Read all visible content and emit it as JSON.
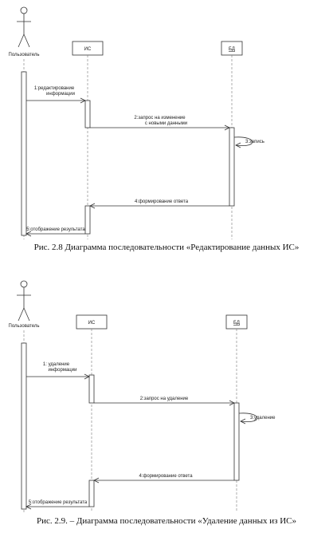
{
  "diagrams": [
    {
      "actor_label": "Пользователь",
      "system_label": "ИС",
      "db_label": "БД",
      "messages": {
        "m1": [
          "1:редактирование",
          "информации"
        ],
        "m2": [
          "2:запрос на изменение",
          "с новыми данными"
        ],
        "m3": [
          "3:запись"
        ],
        "m4": [
          "4:формирование ответа"
        ],
        "m5": [
          "5:отображение результата"
        ]
      },
      "caption": "Рис. 2.8 Диаграмма последовательности «Редактирование данных ИС»"
    },
    {
      "actor_label": "Пользователь",
      "system_label": "ИС",
      "db_label": "БД",
      "messages": {
        "m1": [
          "1: удаление",
          "информации"
        ],
        "m2": [
          "2:запрос на удаление"
        ],
        "m3": [
          "3:удаление"
        ],
        "m4": [
          "4:формирование ответа"
        ],
        "m5": [
          "5:отображение результата"
        ]
      },
      "caption": "Рис. 2.9. – Диаграмма последовательности «Удаление данных из ИС»"
    }
  ],
  "colors": {
    "line": "#333333",
    "lifeline": "#777777",
    "text": "#222222"
  }
}
